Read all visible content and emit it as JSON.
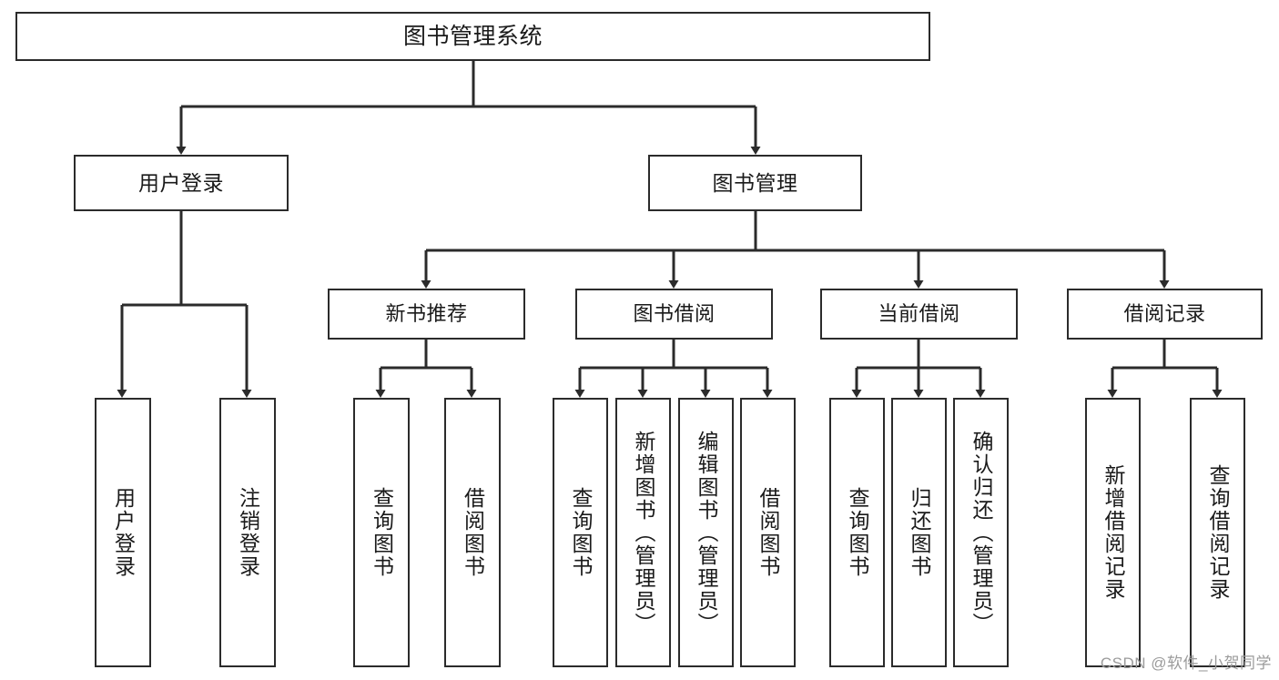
{
  "diagram": {
    "title": "图书管理系统",
    "type": "tree-hierarchy-diagram",
    "colors": {
      "background": "#ffffff",
      "box_border": "#2b2b2b",
      "box_fill": "#ffffff",
      "connector": "#2b2b2b",
      "text": "#1a1a1a",
      "watermark": "#9b9b9b"
    },
    "nodes": {
      "root": {
        "label": "图书管理系统"
      },
      "level2": [
        {
          "id": "user-login",
          "label": "用户登录"
        },
        {
          "id": "book-manage",
          "label": "图书管理"
        }
      ],
      "level3": [
        {
          "id": "new-book-recommend",
          "label": "新书推荐"
        },
        {
          "id": "book-borrow",
          "label": "图书借阅"
        },
        {
          "id": "current-borrow",
          "label": "当前借阅"
        },
        {
          "id": "borrow-record",
          "label": "借阅记录"
        }
      ],
      "leaves": [
        {
          "id": "leaf-user-login",
          "label": "用户登录"
        },
        {
          "id": "leaf-logout-login",
          "label": "注销登录"
        },
        {
          "id": "leaf-query-book-1",
          "label": "查询图书"
        },
        {
          "id": "leaf-borrow-book-1",
          "label": "借阅图书"
        },
        {
          "id": "leaf-query-book-2",
          "label": "查询图书"
        },
        {
          "id": "leaf-add-book",
          "label": "新增图书（管理员）"
        },
        {
          "id": "leaf-edit-book",
          "label": "编辑图书（管理员）"
        },
        {
          "id": "leaf-borrow-book-2",
          "label": "借阅图书"
        },
        {
          "id": "leaf-query-book-3",
          "label": "查询图书"
        },
        {
          "id": "leaf-return-book",
          "label": "归还图书"
        },
        {
          "id": "leaf-confirm-return",
          "label": "确认归还（管理员）"
        },
        {
          "id": "leaf-add-borrow-record",
          "label": "新增借阅记录"
        },
        {
          "id": "leaf-query-borrow-record",
          "label": "查询借阅记录"
        }
      ]
    },
    "watermark": "CSDN @软件_小贺同学"
  }
}
